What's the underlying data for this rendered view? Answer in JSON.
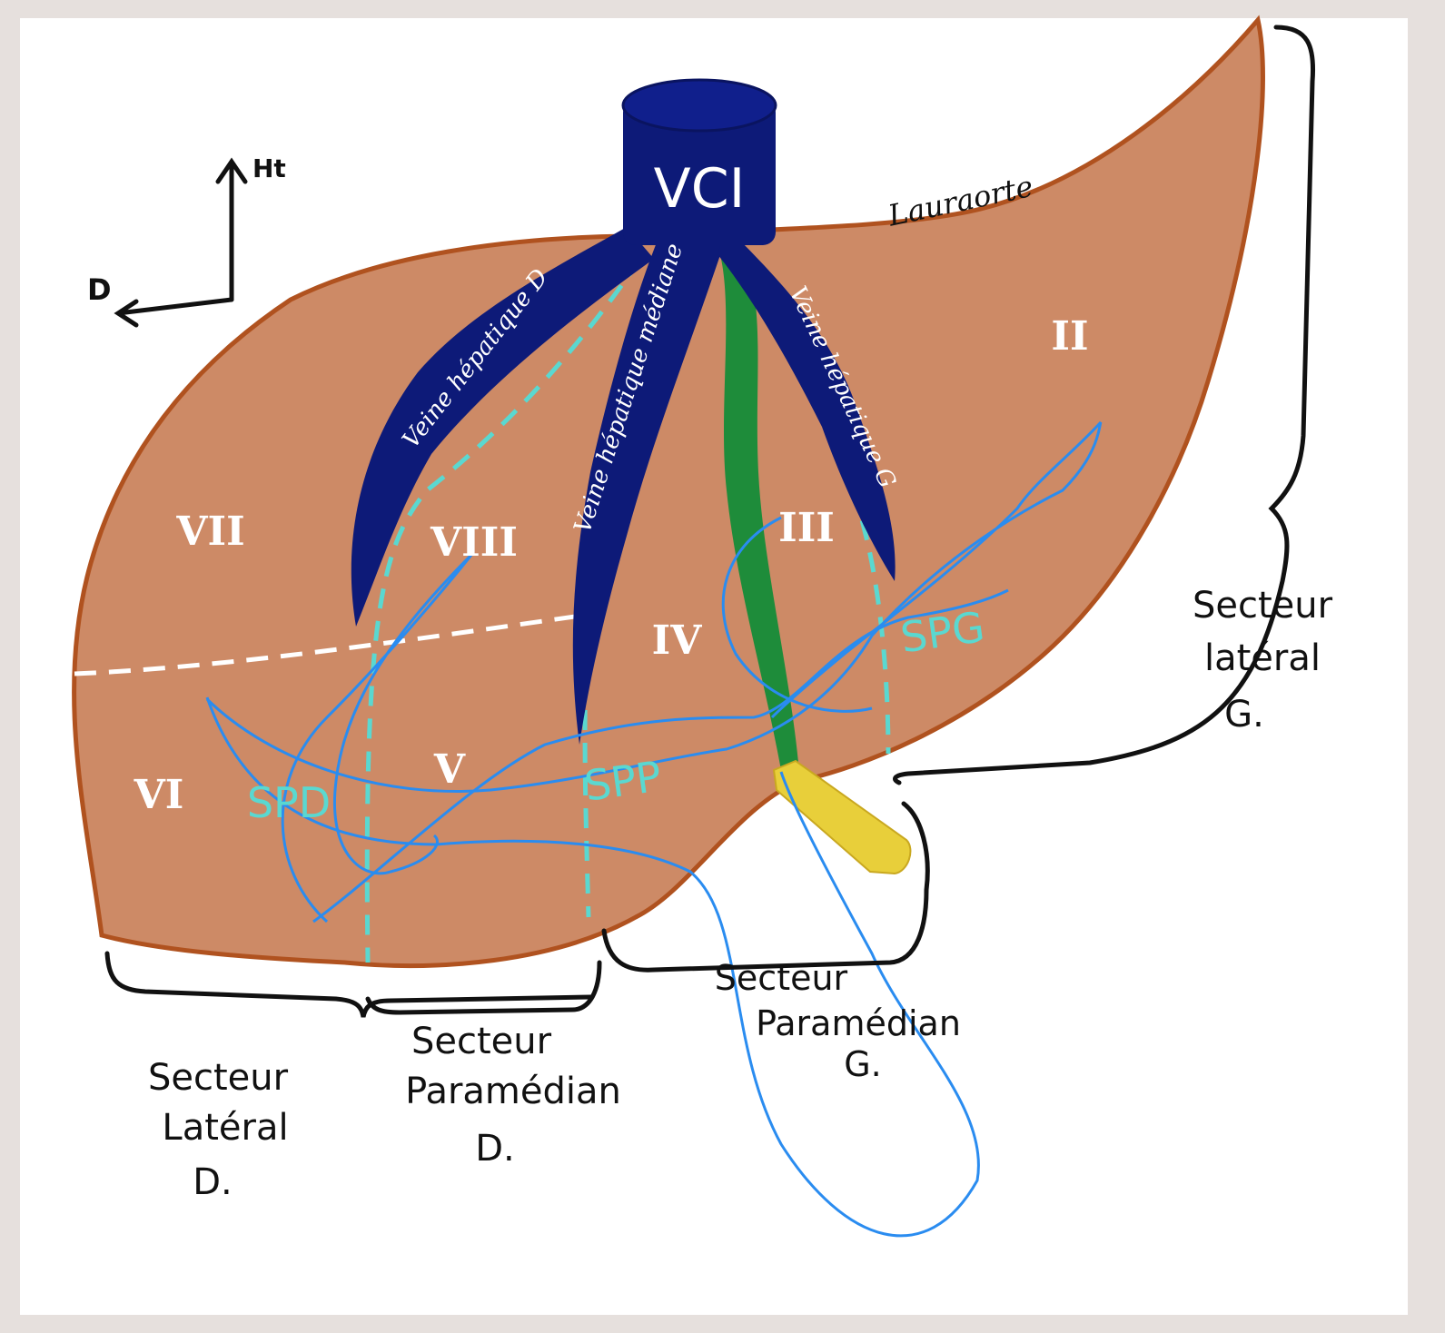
{
  "diagram": {
    "orientation": {
      "up_label": "Ht",
      "right_label": "D"
    },
    "vessel_labels": {
      "vci": "VCI",
      "vein_right": "Veine hépatique D",
      "vein_middle": "Veine hépatique médiane",
      "vein_left": "Veine hépatique G"
    },
    "ligament": "Lauraorte",
    "segments": [
      "VII",
      "VIII",
      "VI",
      "V",
      "IV",
      "III",
      "II"
    ],
    "scissures": {
      "right": "SPD",
      "main": "SPP",
      "left": "SPG"
    },
    "sectors": {
      "lateral_right": [
        "Secteur",
        "Latéral",
        "D."
      ],
      "paramedian_right": [
        "Secteur",
        "Paramédian",
        "D."
      ],
      "paramedian_left": [
        "Secteur",
        "Paramédian",
        "G."
      ],
      "lateral_left": [
        "Secteur",
        "latéral",
        "G."
      ]
    },
    "colors": {
      "liver_fill": "#cd8a66",
      "liver_outline": "#b0521f",
      "vein_fill": "#0d1a78",
      "portal_line": "#2a8cf0",
      "scissure_line": "#5ad8d0",
      "ligament_fill": "#1e8c3a",
      "gallbladder_fill": "#e8cf3a",
      "background": "#e6e0dd"
    }
  }
}
